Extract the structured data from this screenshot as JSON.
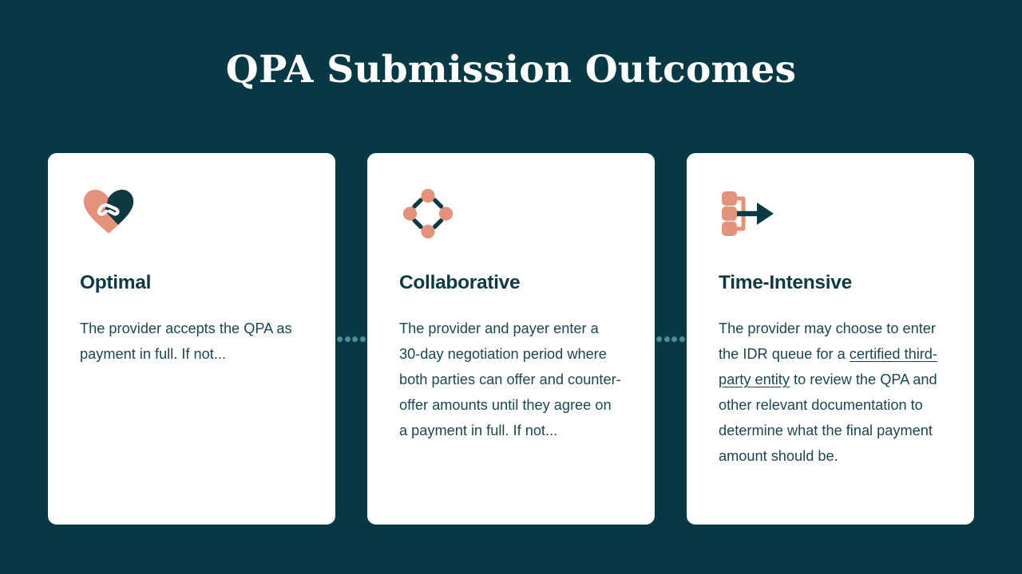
{
  "slide": {
    "title": "QPA Submission Outcomes",
    "background_color": "#063943",
    "card_background": "#FFFFFF",
    "accent_coral": "#E5927A",
    "accent_teal": "#0C3A43",
    "connector_dot_color": "#4E8A92"
  },
  "connectors": [
    {
      "name": "connector-1-2",
      "dots": 4
    },
    {
      "name": "connector-2-3",
      "dots": 4
    }
  ],
  "cards": [
    {
      "id": "optimal",
      "icon": "heart-handshake-icon",
      "heading": "Optimal",
      "body_before_link": "The provider accepts the QPA as payment in full. If not...",
      "link_text": "",
      "body_after_link": ""
    },
    {
      "id": "collaborative",
      "icon": "network-nodes-icon",
      "heading": "Collaborative",
      "body_before_link": "The provider and payer enter a 30-day negotiation period where both parties can offer and counter-offer amounts until they agree on a payment in full. If not...",
      "link_text": "",
      "body_after_link": ""
    },
    {
      "id": "time-intensive",
      "icon": "workflow-arrow-icon",
      "heading": "Time-Intensive",
      "body_before_link": "The provider may choose to enter the IDR queue for a ",
      "link_text": "certified third-party entity",
      "body_after_link": " to review the QPA and other relevant documentation to determine what the final payment amount should be."
    }
  ]
}
